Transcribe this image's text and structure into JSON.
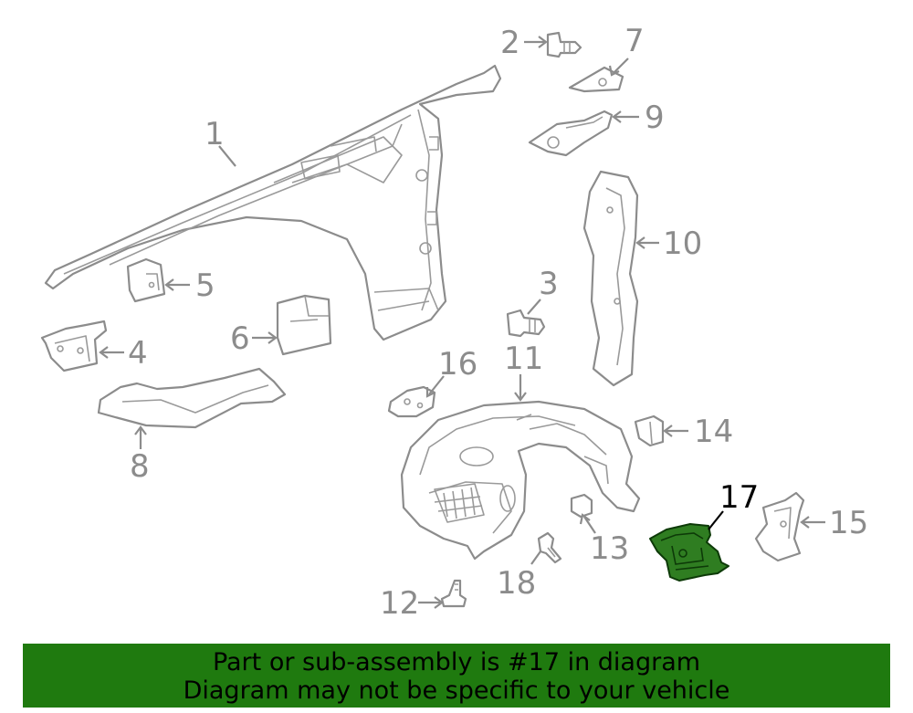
{
  "callouts": {
    "c1": "1",
    "c2": "2",
    "c3": "3",
    "c4": "4",
    "c5": "5",
    "c6": "6",
    "c7": "7",
    "c8": "8",
    "c9": "9",
    "c10": "10",
    "c11": "11",
    "c12": "12",
    "c13": "13",
    "c14": "14",
    "c15": "15",
    "c16": "16",
    "c17": "17",
    "c18": "18"
  },
  "highlight": {
    "part": "17",
    "fill_color": "#2f7d21"
  },
  "banner": {
    "line1": "Part or sub-assembly is #17 in diagram",
    "line2": "Diagram may not be specific to your vehicle",
    "background": "#1f7a0f"
  }
}
